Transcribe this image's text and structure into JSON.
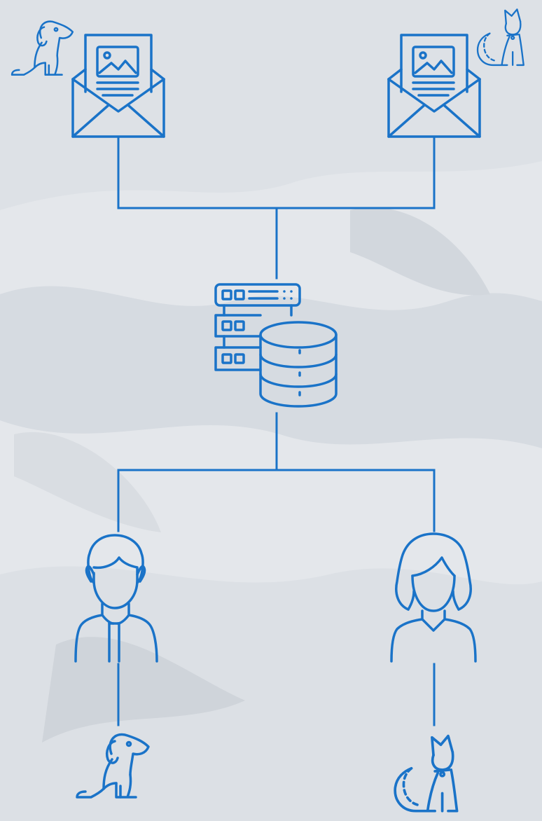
{
  "colors": {
    "accent": "#1a73c8",
    "background": "#e6e9ed"
  },
  "nodes": [
    {
      "id": "newsletter-dog",
      "icon": "newsletter-envelope-icon",
      "companion": "dog-icon"
    },
    {
      "id": "newsletter-cat",
      "icon": "newsletter-envelope-icon",
      "companion": "cat-icon"
    },
    {
      "id": "database",
      "icon": "server-database-icon"
    },
    {
      "id": "man",
      "icon": "man-avatar-icon",
      "companion": "dog-icon"
    },
    {
      "id": "woman",
      "icon": "woman-avatar-icon",
      "companion": "cat-icon"
    }
  ],
  "connections": [
    [
      "newsletter-dog",
      "database"
    ],
    [
      "newsletter-cat",
      "database"
    ],
    [
      "database",
      "man"
    ],
    [
      "database",
      "woman"
    ],
    [
      "man",
      "dog"
    ],
    [
      "woman",
      "cat"
    ]
  ]
}
